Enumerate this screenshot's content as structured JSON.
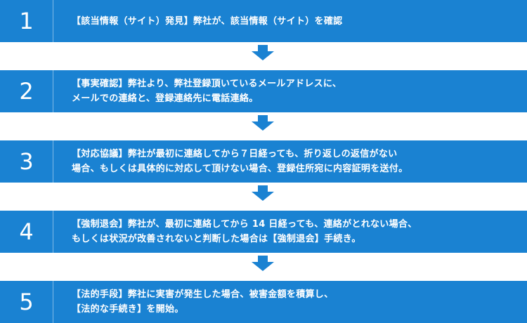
{
  "colors": {
    "step_background": "#1a82d2",
    "arrow": "#1a82d2",
    "text": "#ffffff"
  },
  "steps": [
    {
      "number": "1",
      "lines": [
        "【該当情報（サイト）発見】弊社が、該当情報（サイト）を確認"
      ]
    },
    {
      "number": "2",
      "lines": [
        "【事実確認】弊社より、弊社登録頂いているメールアドレスに、",
        "メールでの連絡と、登録連絡先に電話連絡。"
      ]
    },
    {
      "number": "3",
      "lines": [
        "【対応協議】弊社が最初に連絡してから７日経っても、折り返しの返信がない",
        "場合、もしくは具体的に対応して頂けない場合、登録住所宛に内容証明を送付。"
      ]
    },
    {
      "number": "4",
      "lines": [
        "【強制退会】弊社が、最初に連絡してから 14 日経っても、連絡がとれない場合、",
        "もしくは状況が改善されないと判断した場合は【強制退会】手続き。"
      ]
    },
    {
      "number": "5",
      "lines": [
        "【法的手段】弊社に実害が発生した場合、被害金額を積算し、",
        "【法的な手続き】を開始。"
      ]
    }
  ]
}
